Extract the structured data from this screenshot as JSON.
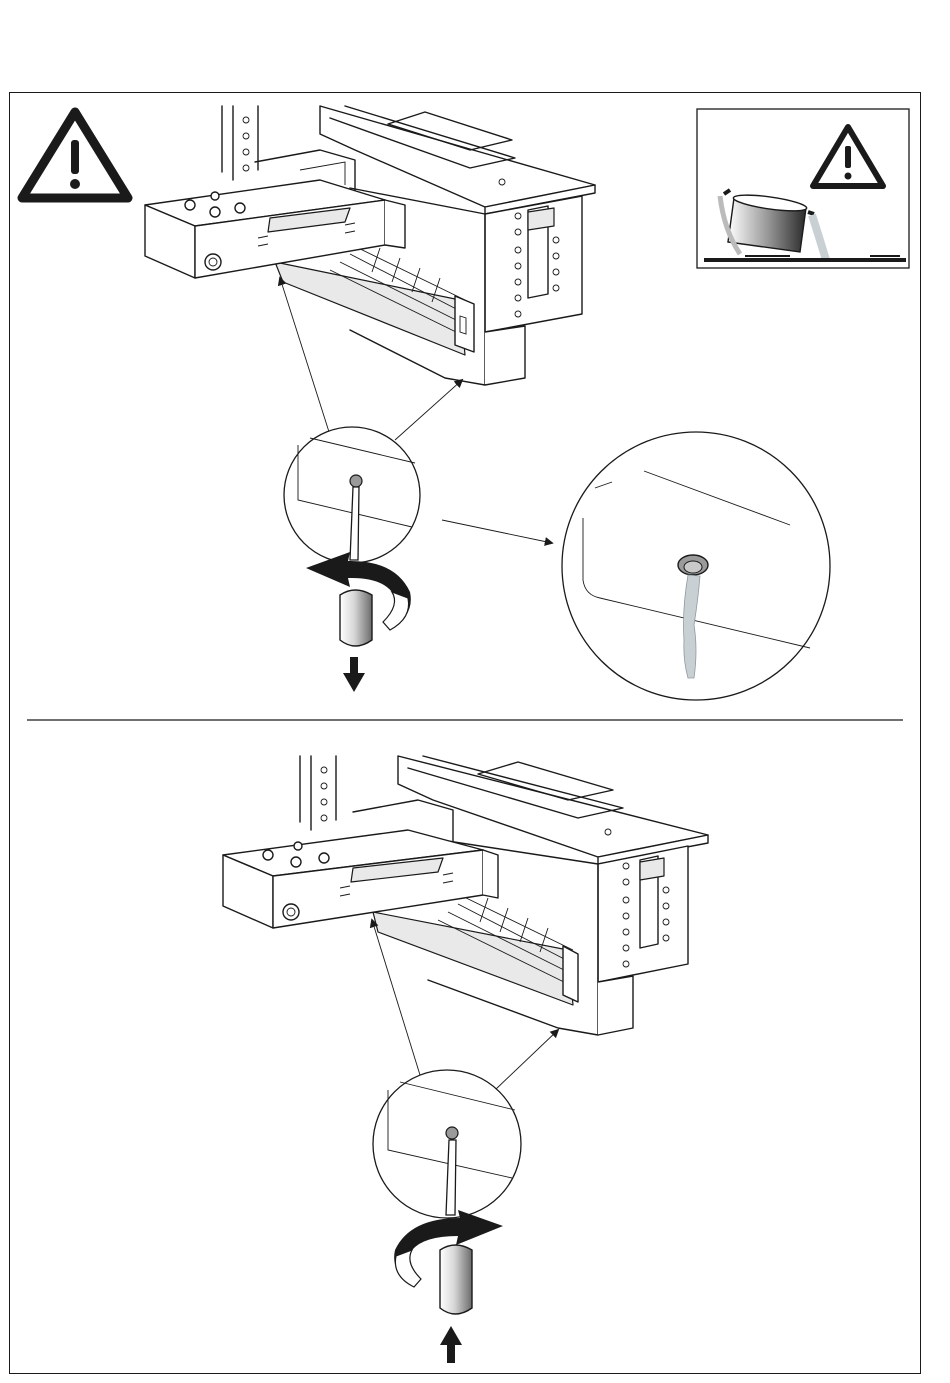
{
  "figure": {
    "icons": {
      "warning_main": "warning-triangle-icon",
      "warning_inset": "warning-triangle-icon",
      "rotate_loosen": "rotate-counterclockwise-arrow-icon",
      "rotate_tighten": "rotate-clockwise-arrow-icon",
      "pull_down": "arrow-down-icon",
      "push_up": "arrow-up-icon"
    },
    "colors": {
      "line": "#1a1a1a",
      "water": "#c9d0d4",
      "screw": "#9a9a9a",
      "background": "#ffffff"
    },
    "steps": [
      {
        "id": "drain",
        "action": "loosen",
        "rotation": "counterclockwise",
        "motion": "down"
      },
      {
        "id": "close",
        "action": "tighten",
        "rotation": "clockwise",
        "motion": "up"
      }
    ]
  }
}
